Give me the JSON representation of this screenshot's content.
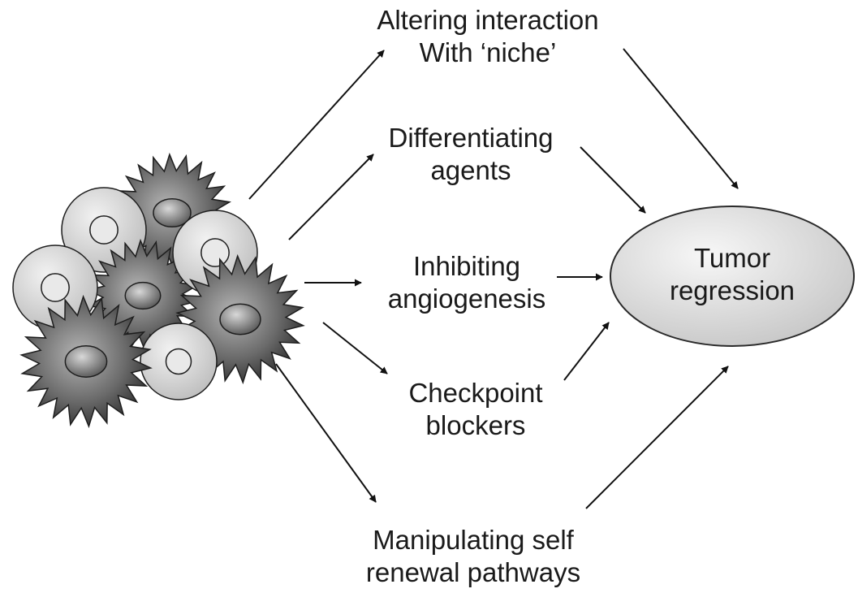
{
  "strategies": [
    {
      "id": "niche",
      "line1": "Altering  interaction",
      "line2": "With ‘niche’"
    },
    {
      "id": "diff",
      "line1": "Differentiating",
      "line2": "agents"
    },
    {
      "id": "angio",
      "line1": "Inhibiting",
      "line2": "angiogenesis"
    },
    {
      "id": "checkpoint",
      "line1": "Checkpoint",
      "line2": "blockers"
    },
    {
      "id": "selfrenewal",
      "line1": "Manipulating self",
      "line2": "renewal pathways"
    }
  ],
  "outcome": {
    "line1": "Tumor",
    "line2": "regression"
  },
  "colors": {
    "text": "#1a1a1a",
    "arrow": "#111111",
    "cell_fill": "#d0d0d0",
    "cell_nucleus": "#e6e6e6",
    "stem_cell_fill": "#555555",
    "stem_nucleus": "#8a8a8a",
    "ellipse_fill": "#dcdcdc"
  },
  "icons": [
    "normal-tumor-cell-icon",
    "cancer-stem-cell-icon"
  ]
}
